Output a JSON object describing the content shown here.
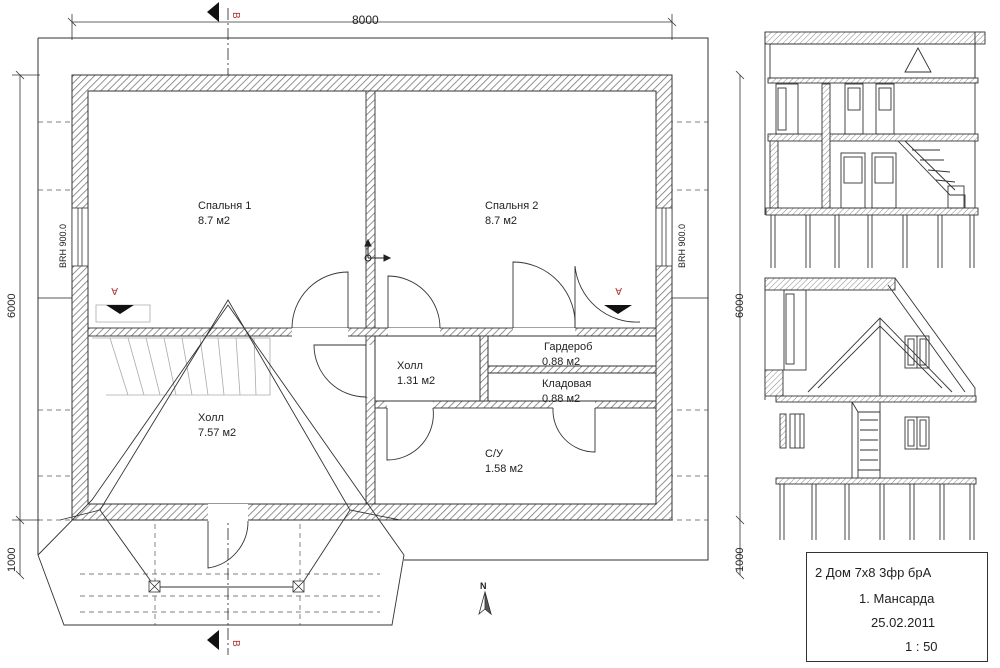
{
  "plan": {
    "dim_top": "8000",
    "dim_left_main": "6000",
    "dim_left_bottom": "1000",
    "window_left": "BRH 900.0",
    "window_right": "BRH 900.0",
    "section_a": "A",
    "section_b": "B",
    "north": "N",
    "rooms": [
      {
        "name": "Спальня 1",
        "area": "8.7 м2"
      },
      {
        "name": "Спальня 2",
        "area": "8.7 м2"
      },
      {
        "name": "Холл",
        "area": "1.31 м2"
      },
      {
        "name": "Гардероб",
        "area": "0.88 м2"
      },
      {
        "name": "Кладовая",
        "area": "0.88 м2"
      },
      {
        "name": "Холл",
        "area": "7.57 м2"
      },
      {
        "name": "С/У",
        "area": "1.58 м2"
      }
    ]
  },
  "elevation": {
    "dim_right_main": "6000",
    "dim_right_bottom": "1000"
  },
  "title_block": {
    "project": "2 Дом 7х8 3фр брА",
    "sheet": "1. Мансарда",
    "date": "25.02.2011",
    "scale": "1 : 50"
  },
  "colors": {
    "line": "#333333",
    "wall_hatch": "#8a8a8a",
    "section_flag": "#111111",
    "label": "#b03030"
  }
}
